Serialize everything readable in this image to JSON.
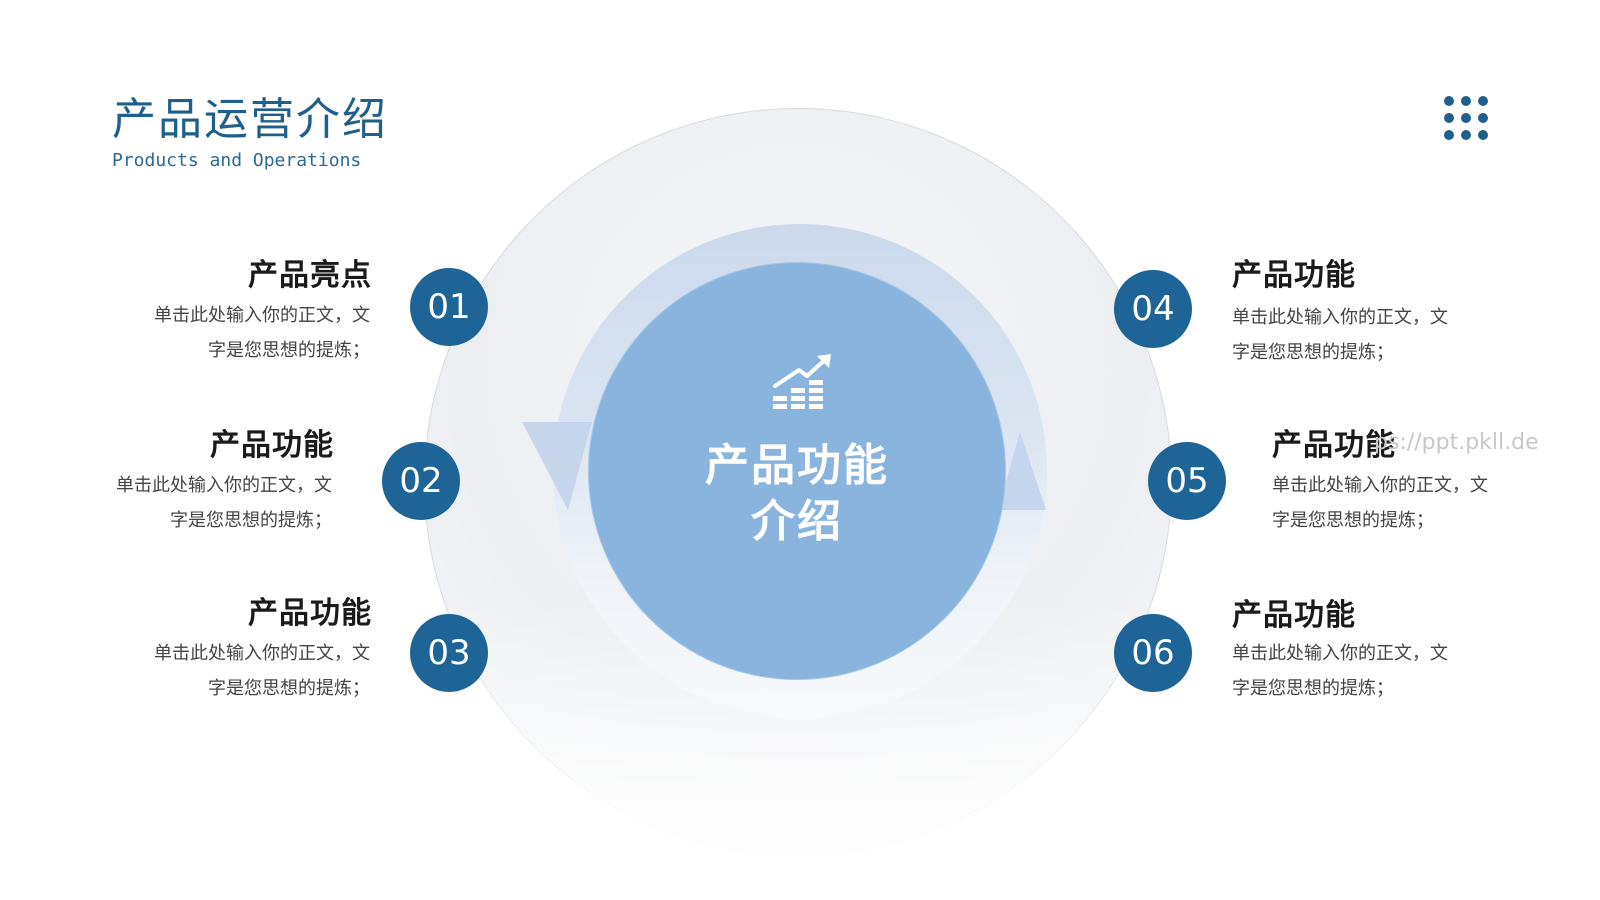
{
  "header": {
    "title": "产品运营介绍",
    "subtitle": "Products and Operations"
  },
  "center": {
    "line1": "产品功能",
    "line2": "介绍",
    "icon": "growth-chart-icon"
  },
  "items": [
    {
      "number": "01",
      "title": "产品亮点",
      "line1": "单击此处输入你的正文，文",
      "line2": "字是您思想的提炼；"
    },
    {
      "number": "02",
      "title": "产品功能",
      "line1": "单击此处输入你的正文，文",
      "line2": "字是您思想的提炼；"
    },
    {
      "number": "03",
      "title": "产品功能",
      "line1": "单击此处输入你的正文，文",
      "line2": "字是您思想的提炼；"
    },
    {
      "number": "04",
      "title": "产品功能",
      "line1": "单击此处输入你的正文，文",
      "line2": "字是您思想的提炼；"
    },
    {
      "number": "05",
      "title": "产品功能",
      "line1": "单击此处输入你的正文，文",
      "line2": "字是您思想的提炼；"
    },
    {
      "number": "06",
      "title": "产品功能",
      "line1": "单击此处输入你的正文，文",
      "line2": "字是您思想的提炼；"
    }
  ],
  "watermark": "ps://ppt.pkll.de",
  "colors": {
    "accent": "#1f6496",
    "core": "#88b4de",
    "title": "#1f5f8b"
  }
}
